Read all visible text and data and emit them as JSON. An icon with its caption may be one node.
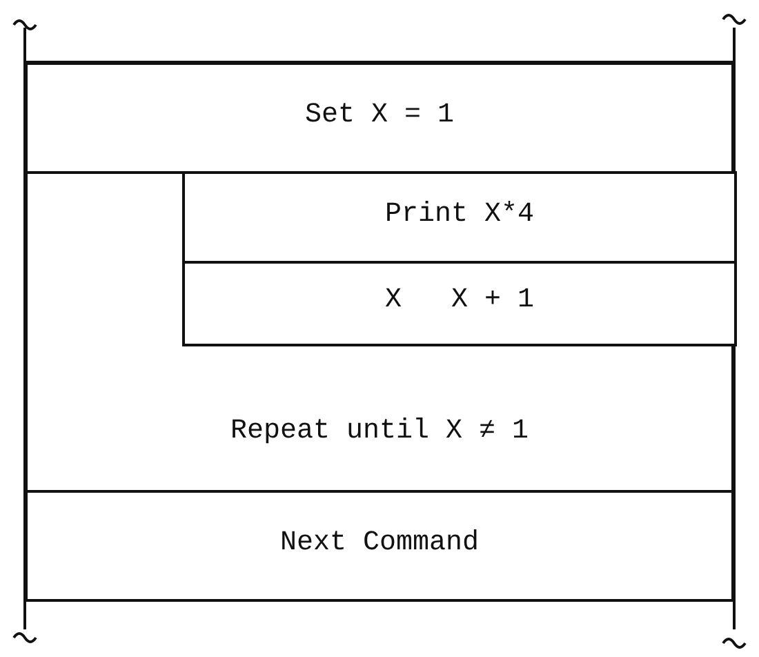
{
  "diagram": {
    "nodes": [
      {
        "text": [
          "Set X = 1"
        ]
      },
      {
        "text": [
          "Repeat until X ≠ 1"
        ]
      },
      {
        "text": [
          "Print X*4"
        ],
        "in": 1
      },
      {
        "text": [
          "X   X + 1"
        ],
        "in": 1
      },
      {
        "text": [
          "Next Command"
        ]
      }
    ]
  }
}
